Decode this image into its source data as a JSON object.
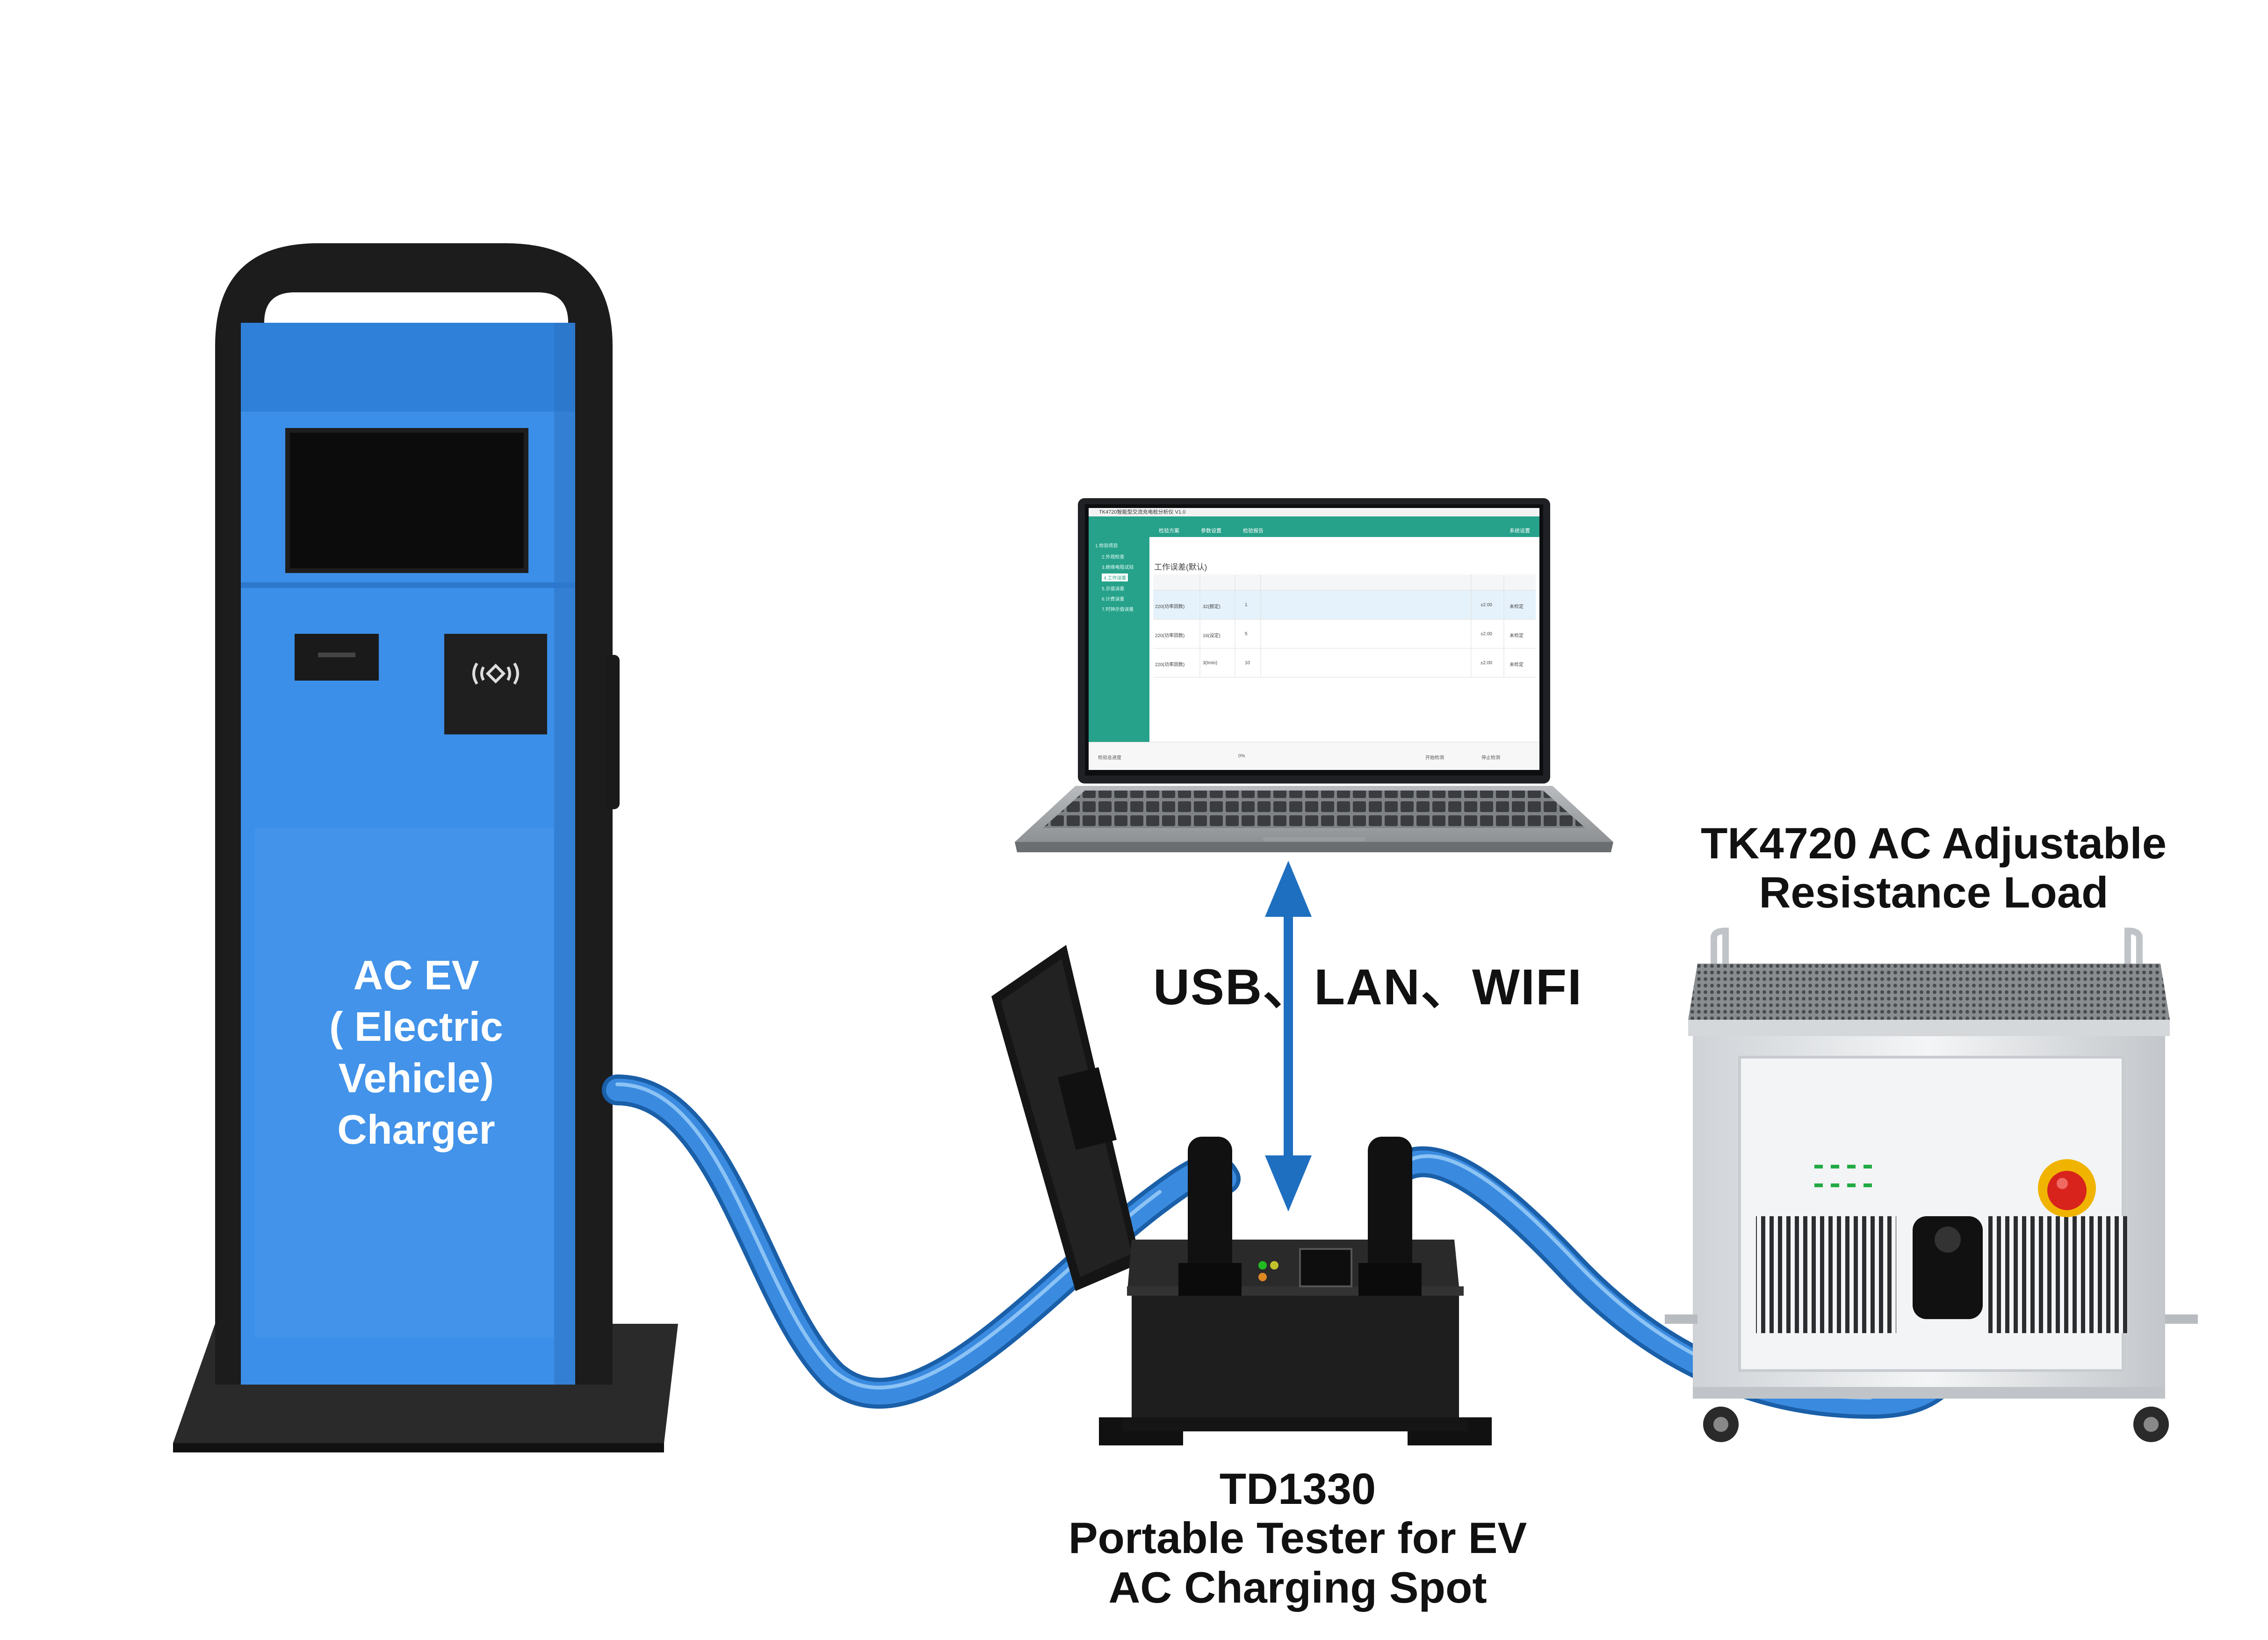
{
  "labels": {
    "charger": [
      "AC EV",
      "( Electric",
      "Vehicle)",
      "Charger"
    ],
    "connection": "USB、LAN、WIFI",
    "tester": [
      "TD1330",
      "Portable Tester for EV",
      "AC Charging Spot"
    ],
    "load": [
      "TK4720 AC Adjustable",
      "Resistance Load"
    ]
  },
  "screen": {
    "window_title": "TK4720智能型交流充电桩分析仪 V1.0",
    "toolbar": [
      "检验方案",
      "参数设置",
      "检验报告",
      "系统设置"
    ],
    "sidebar": [
      "1.检验项目",
      "2.外观检查",
      "3.绝缘电阻试验",
      "4.工作误差",
      "5.示值误差",
      "6.计费误差",
      "7.时钟示值误差"
    ],
    "active_sidebar_index": 3,
    "section_title": "工作误差(默认)",
    "rows": [
      {
        "voltage": "220(功率因数)",
        "current": "32(额定)",
        "count": "1",
        "limit": "±2.00",
        "status": "未检定"
      },
      {
        "voltage": "220(功率因数)",
        "current": "16(设定)",
        "count": "5",
        "limit": "±2.00",
        "status": "未检定"
      },
      {
        "voltage": "220(功率因数)",
        "current": "3(Imin)",
        "count": "10",
        "limit": "±2.00",
        "status": "未检定"
      }
    ],
    "footer": [
      "检验总进度",
      "0%",
      "开始检测",
      "停止检测"
    ]
  },
  "colors": {
    "charger_blue": "#3b8fe8",
    "charger_black": "#1c1c1c",
    "cable_blue": "#2d7fd0",
    "arrow_blue": "#1f6fc0",
    "screen_teal": "#26a18a",
    "estop_red": "#d8231c",
    "estop_yellow": "#f0b400"
  }
}
